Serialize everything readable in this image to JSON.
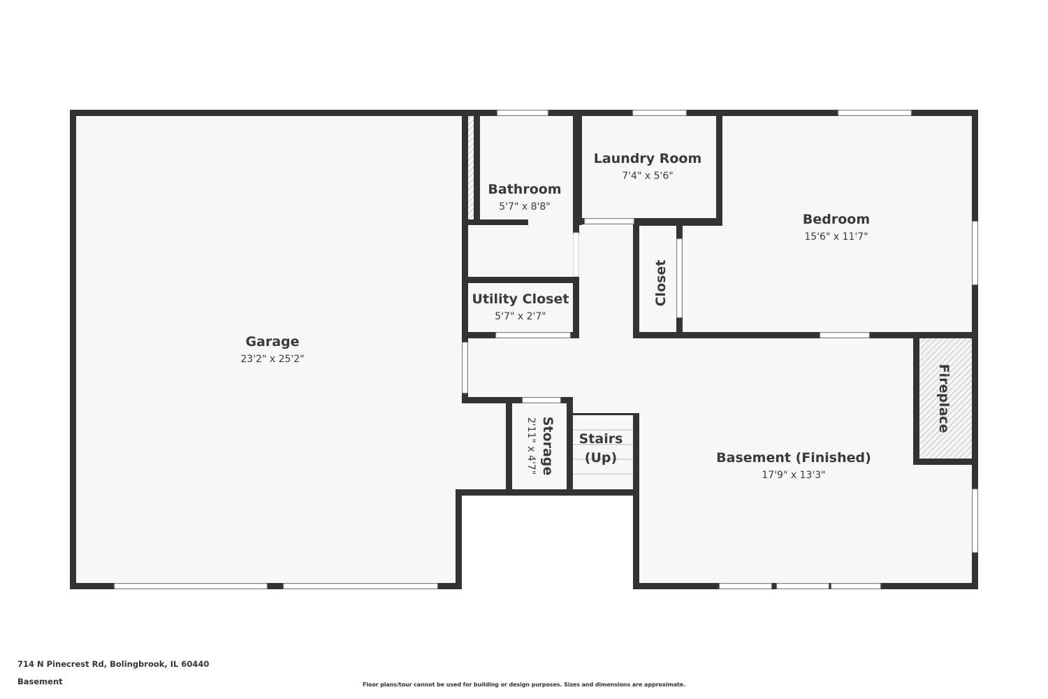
{
  "floorplan": {
    "colors": {
      "wall": "#333333",
      "floor": "#f7f7f7",
      "opening": "#ffffff",
      "hatch": "#999999",
      "text": "#3a3a3a"
    },
    "rooms": [
      {
        "id": "garage",
        "name": "Garage",
        "dimensions": "23'2\" x 25'2\""
      },
      {
        "id": "bathroom",
        "name": "Bathroom",
        "dimensions": "5'7\" x 8'8\""
      },
      {
        "id": "laundry",
        "name": "Laundry Room",
        "dimensions": "7'4\" x 5'6\""
      },
      {
        "id": "bedroom",
        "name": "Bedroom",
        "dimensions": "15'6\" x 11'7\""
      },
      {
        "id": "closet",
        "name": "Closet",
        "dimensions": ""
      },
      {
        "id": "utility",
        "name": "Utility Closet",
        "dimensions": "5'7\" x 2'7\""
      },
      {
        "id": "storage",
        "name": "Storage",
        "dimensions": "2'11\" x 4'7\""
      },
      {
        "id": "stairs",
        "name": "Stairs",
        "name_line2": "(Up)",
        "dimensions": ""
      },
      {
        "id": "fireplace",
        "name": "Fireplace",
        "dimensions": ""
      },
      {
        "id": "basement",
        "name": "Basement (Finished)",
        "dimensions": "17'9\" x 13'3\""
      }
    ]
  },
  "footer": {
    "address": "714 N Pinecrest Rd, Bolingbrook, IL 60440",
    "floor": "Basement",
    "disclaimer": "Floor plans/tour cannot be used for building or design purposes. Sizes and dimensions are approximate."
  }
}
